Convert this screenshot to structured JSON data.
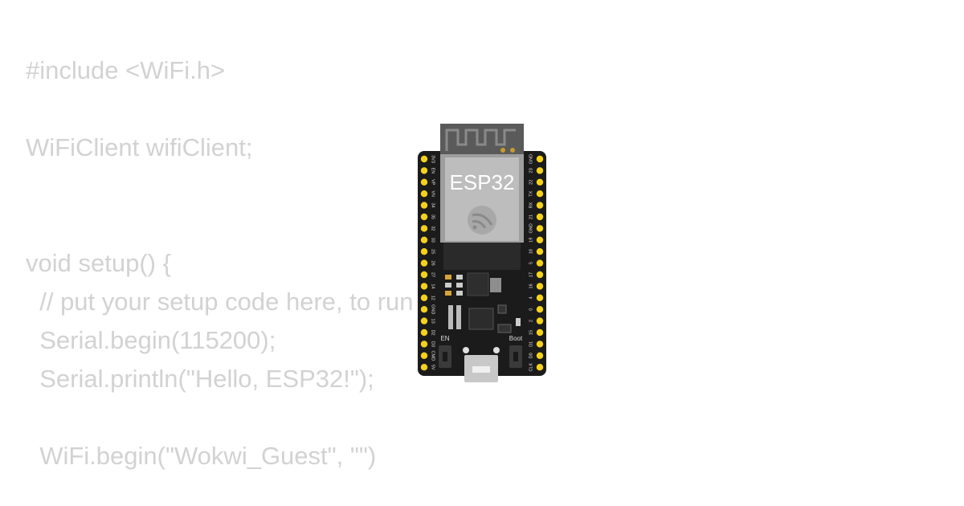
{
  "code": {
    "lines": [
      "#include <WiFi.h>",
      "",
      "WiFiClient wifiClient;",
      "",
      "",
      "void setup() {",
      "  // put your setup code here, to run once:",
      "  Serial.begin(115200);",
      "  Serial.println(\"Hello, ESP32!\");",
      "",
      "  WiFi.begin(\"Wokwi_Guest\", \"\")"
    ]
  },
  "board": {
    "module_label": "ESP32",
    "en_label": "EN",
    "boot_label": "Boot",
    "left_pins": [
      "3V3",
      "EN",
      "VP",
      "VN",
      "34",
      "35",
      "32",
      "33",
      "25",
      "26",
      "27",
      "14",
      "12",
      "GND",
      "13",
      "D2",
      "D3",
      "CMD",
      "5V"
    ],
    "right_pins": [
      "GND",
      "23",
      "22",
      "TX",
      "RX",
      "21",
      "GND",
      "19",
      "18",
      "5",
      "17",
      "16",
      "4",
      "0",
      "2",
      "15",
      "D1",
      "D0",
      "CLK"
    ],
    "colors": {
      "pcb": "#1b1b1b",
      "module": "#9e9e9e",
      "shield": "#bdbdbd",
      "pin": "#f5d21a",
      "usb": "#c8c8c8"
    }
  }
}
